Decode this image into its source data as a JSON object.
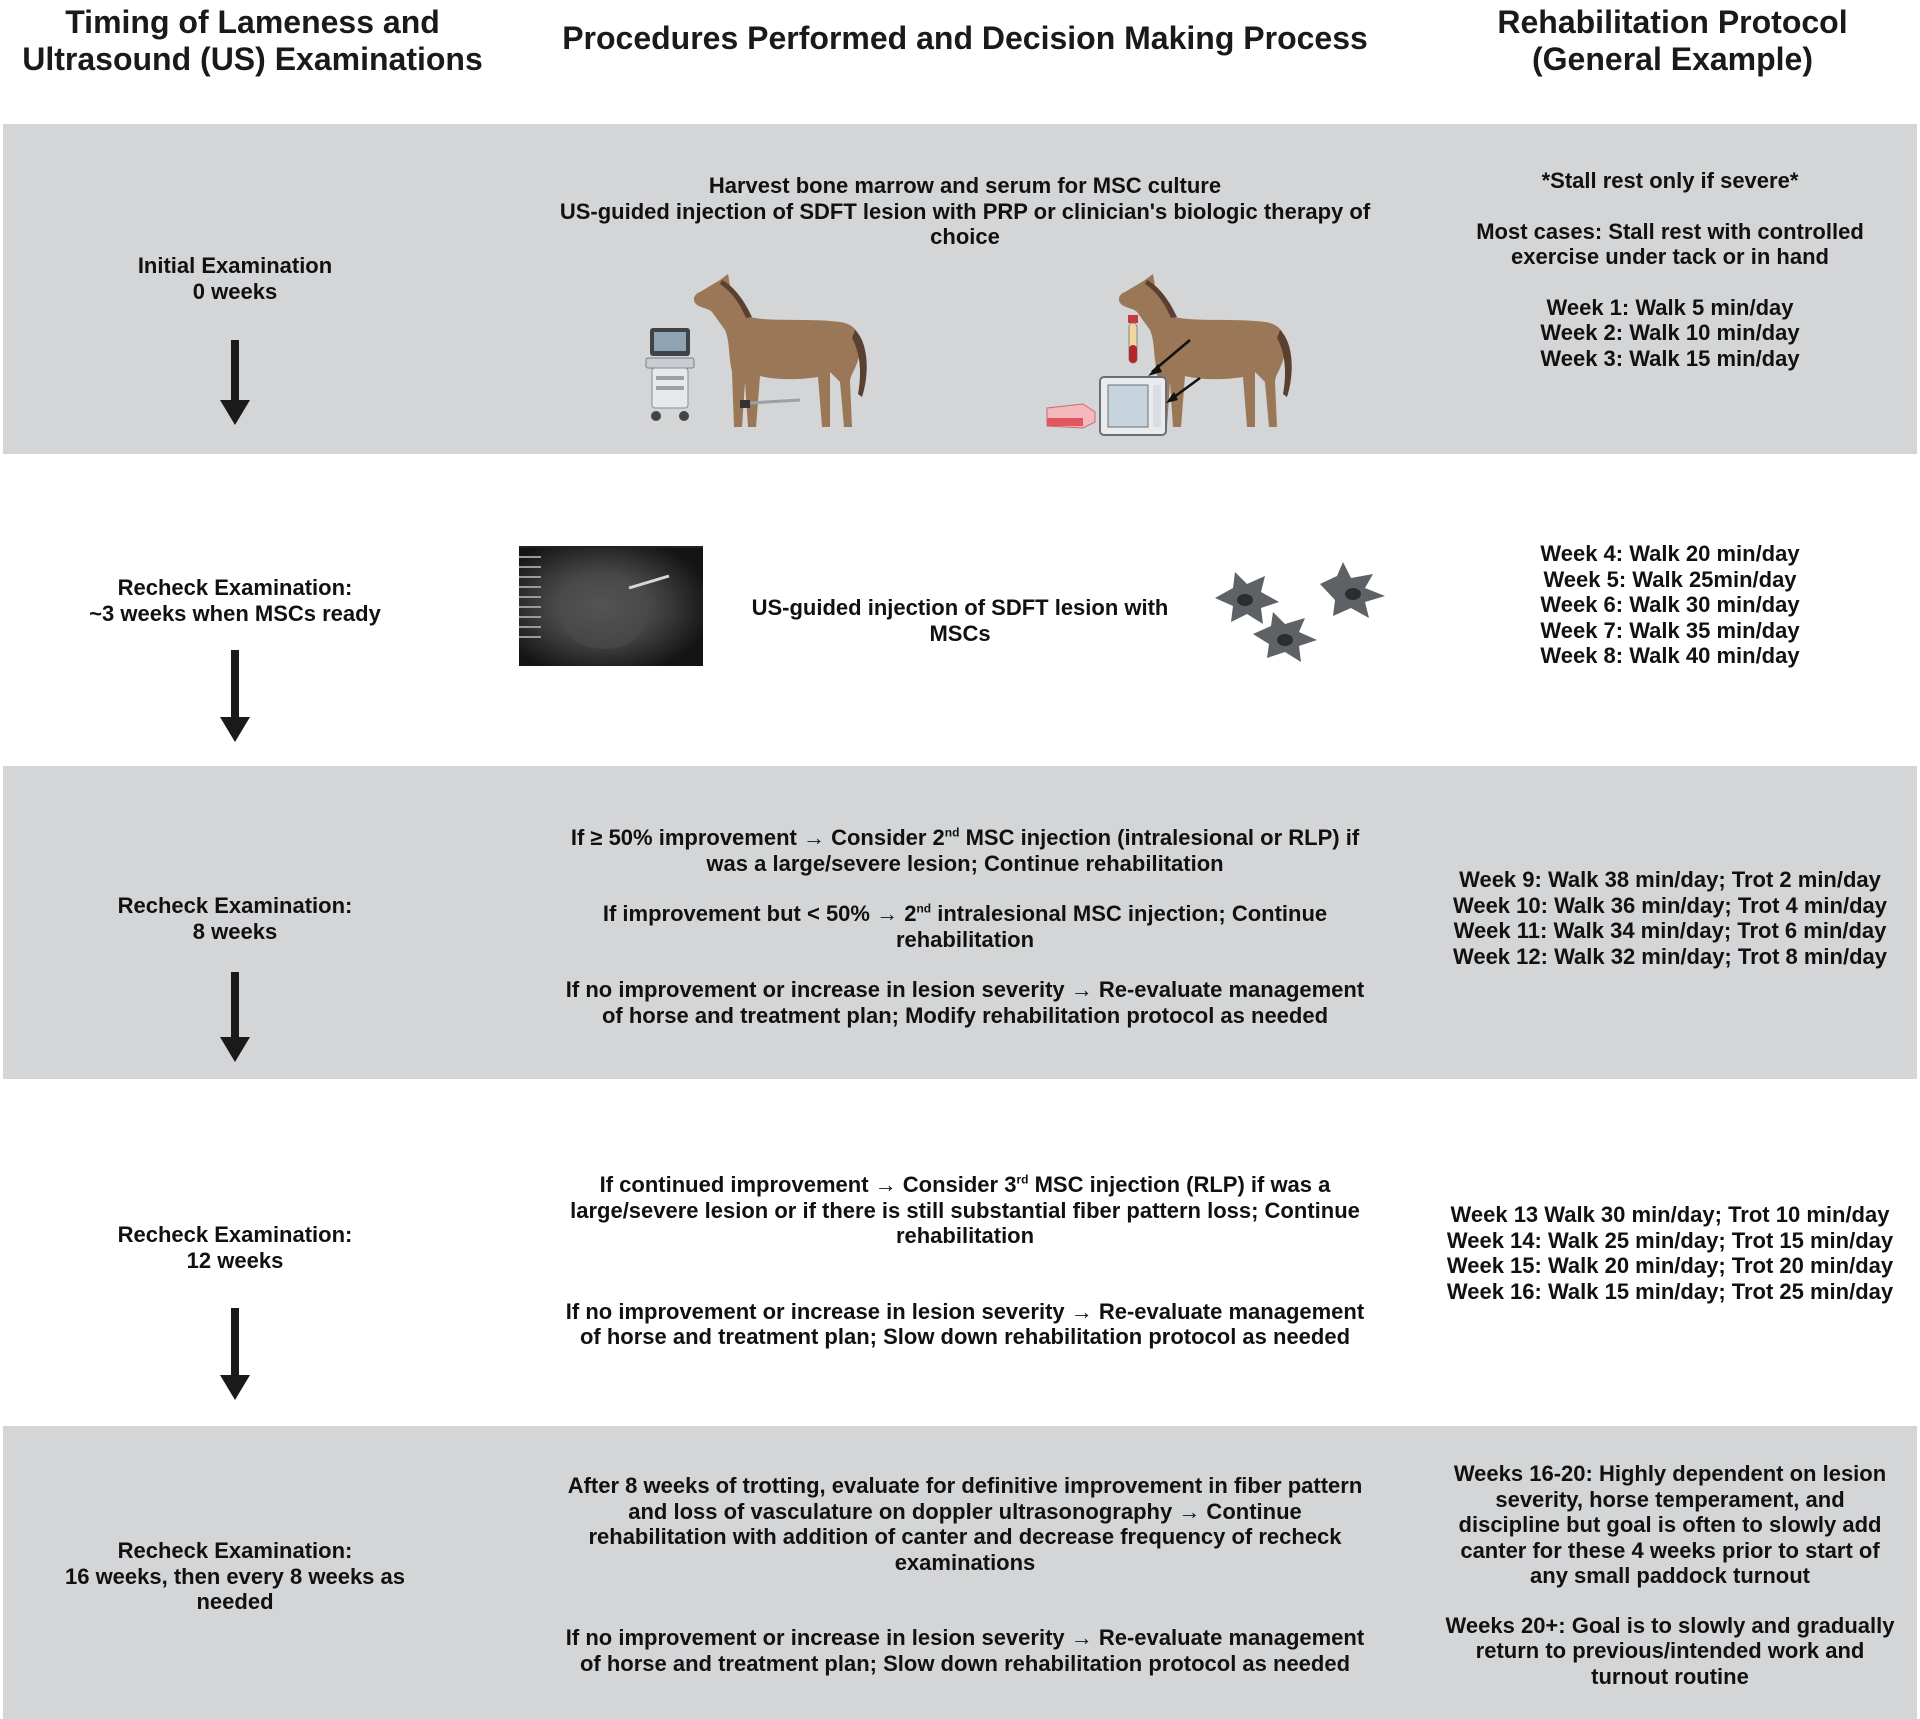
{
  "headers": {
    "timing": [
      "Timing of Lameness and",
      "Ultrasound (US) Examinations"
    ],
    "procedures": "Procedures Performed and Decision Making Process",
    "rehab": [
      "Rehabilitation Protocol",
      "(General Example)"
    ]
  },
  "rows": [
    {
      "timing": [
        "Initial Examination",
        "0 weeks"
      ],
      "procedures": [
        "Harvest bone marrow and serum for MSC culture",
        "US-guided injection of SDFT lesion with PRP or clinician's biologic therapy of choice"
      ],
      "rehab": {
        "note": "*Stall rest only if severe*",
        "most_cases": [
          "Most cases: Stall rest with controlled",
          "exercise under tack or in hand"
        ],
        "weeks": [
          "Week 1: Walk 5 min/day",
          "Week 2: Walk 10 min/day",
          "Week 3: Walk 15 min/day"
        ]
      }
    },
    {
      "timing": [
        "Recheck Examination:",
        "~3 weeks when MSCs ready"
      ],
      "procedures": "US-guided injection of SDFT lesion with MSCs",
      "rehab": [
        "Week 4: Walk 20 min/day",
        "Week 5: Walk 25min/day",
        "Week 6: Walk 30 min/day",
        "Week 7: Walk 35 min/day",
        "Week 8: Walk 40 min/day"
      ]
    },
    {
      "timing": [
        "Recheck Examination:",
        "8 weeks"
      ],
      "procedures": {
        "a1": "If ≥ 50% improvement → Consider 2",
        "a_sup": "nd",
        "a2": " MSC injection (intralesional or RLP) if",
        "a3": "was a large/severe lesion; Continue rehabilitation",
        "b1": "If improvement but < 50% → 2",
        "b_sup": "nd",
        "b2": " intralesional MSC injection; Continue",
        "b3": "rehabilitation",
        "c1": "If no improvement or increase in lesion severity → Re-evaluate management",
        "c2": "of horse and treatment plan; Modify rehabilitation protocol as needed"
      },
      "rehab": [
        "Week 9: Walk 38 min/day; Trot 2 min/day",
        "Week 10: Walk 36 min/day; Trot 4 min/day",
        "Week 11: Walk 34 min/day; Trot 6 min/day",
        "Week 12: Walk 32 min/day; Trot 8 min/day"
      ]
    },
    {
      "timing": [
        "Recheck Examination:",
        "12 weeks"
      ],
      "procedures": {
        "a1": "If continued improvement → Consider 3",
        "a_sup": "rd",
        "a2": " MSC injection (RLP) if was a",
        "a3": "large/severe lesion or if there is still substantial fiber pattern loss; Continue",
        "a4": "rehabilitation",
        "c1": "If no improvement or increase in lesion severity → Re-evaluate management",
        "c2": "of horse and treatment plan; Slow down rehabilitation protocol as needed"
      },
      "rehab": [
        "Week 13 Walk 30 min/day; Trot 10 min/day",
        "Week 14: Walk 25 min/day; Trot 15 min/day",
        "Week 15: Walk 20 min/day; Trot 20 min/day",
        "Week 16: Walk 15 min/day; Trot 25 min/day"
      ]
    },
    {
      "timing": [
        "Recheck Examination:",
        "16 weeks, then every 8 weeks as",
        "needed"
      ],
      "procedures": {
        "a": [
          "After 8 weeks of trotting, evaluate for definitive improvement in fiber pattern",
          "and loss of vasculature on doppler ultrasonography  → Continue",
          "rehabilitation with addition of canter and decrease frequency of recheck",
          "examinations"
        ],
        "c": [
          "If no improvement or increase in lesion severity → Re-evaluate management",
          "of horse and treatment plan; Slow down rehabilitation protocol as needed"
        ]
      },
      "rehab": {
        "a": [
          "Weeks 16-20: Highly dependent on lesion",
          "severity, horse temperament, and",
          "discipline but goal is often to slowly add",
          "canter for these 4 weeks prior to start of",
          "any small paddock turnout"
        ],
        "b": [
          "Weeks 20+: Goal is to slowly and gradually",
          "return to previous/intended work and",
          "turnout routine"
        ]
      }
    }
  ],
  "colors": {
    "band_gray": "#d3d5d7",
    "horse": "#9a7757",
    "arrow": "#1a1a1a",
    "cell": "#5e6165"
  }
}
